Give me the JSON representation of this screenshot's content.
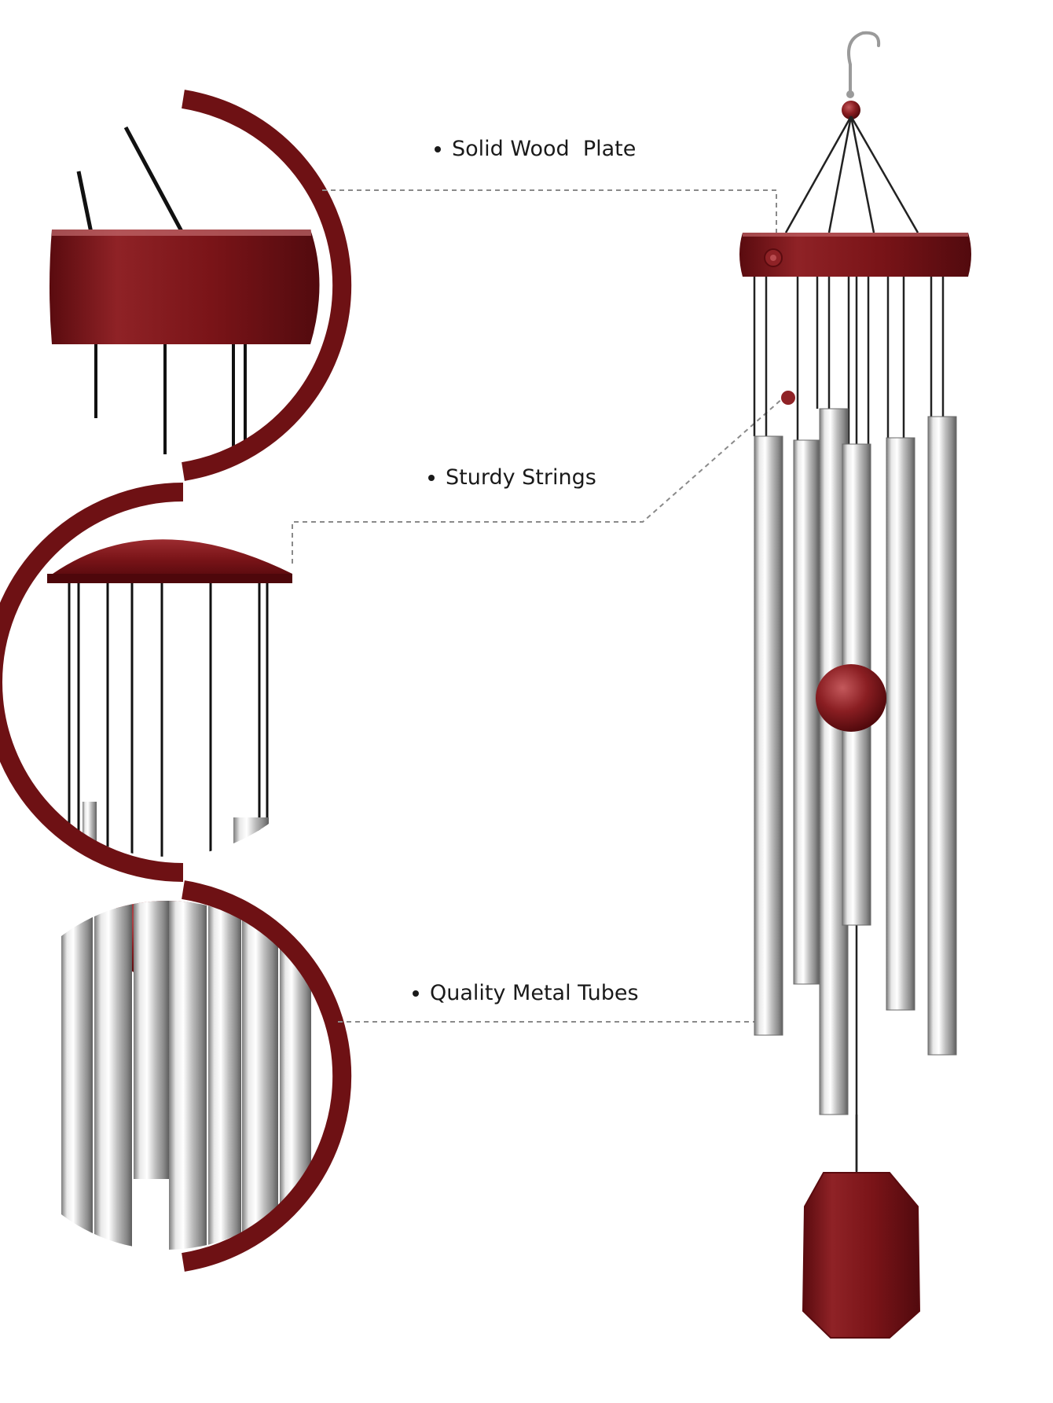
{
  "features": [
    {
      "id": "wood-plate",
      "label": "Solid Wood  Plate"
    },
    {
      "id": "strings",
      "label": "Sturdy Strings"
    },
    {
      "id": "tubes",
      "label": "Quality Metal Tubes"
    }
  ],
  "colors": {
    "wood": "#7a1418",
    "wood_dark": "#55080c",
    "wood_light": "#a8363a",
    "metal": "#c9c9c9",
    "metal_dark": "#8d8d8d",
    "string": "#1a1a1a",
    "leader": "#8a8a8a"
  }
}
